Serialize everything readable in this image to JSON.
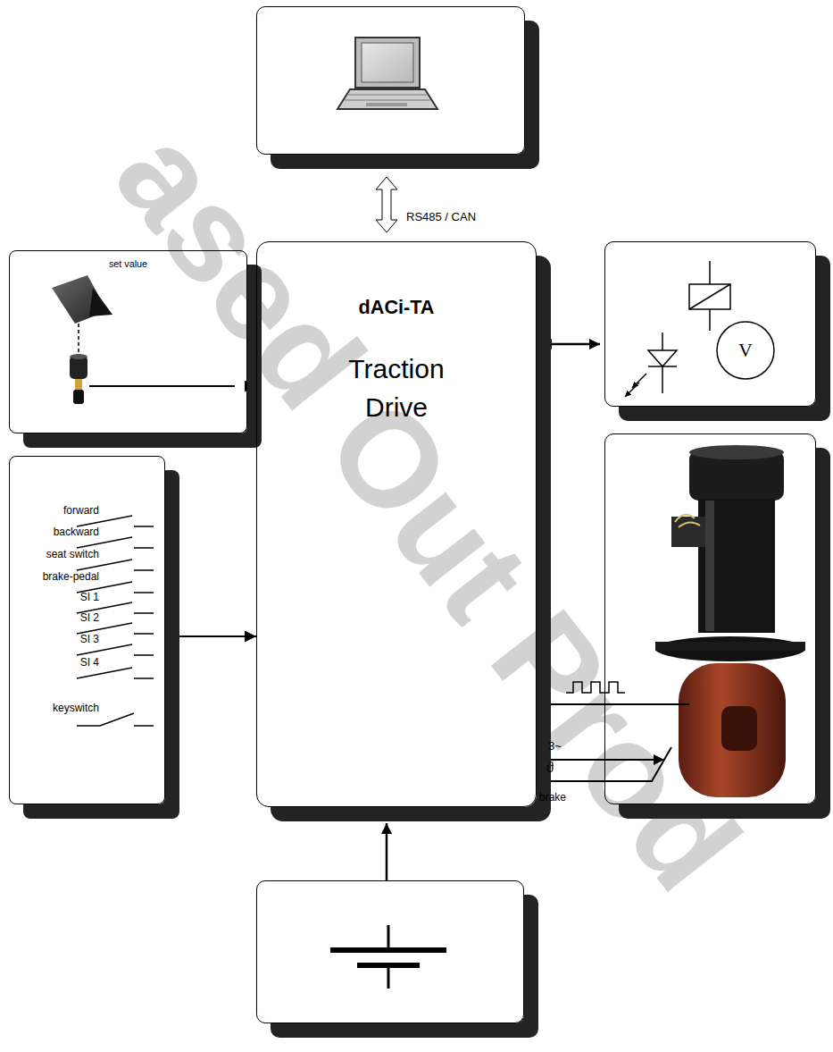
{
  "diagram": {
    "nodes": [
      {
        "text": [
          "set value"
        ]
      },
      {
        "text": [
          "forward",
          "backward",
          "seat switch",
          "brake-pedal",
          "SI 1",
          "SI 2",
          "SI 3",
          "SI 4",
          "keyswitch"
        ]
      },
      {
        "text": [
          "dACi-TA",
          "Traction Drive"
        ]
      }
    ],
    "edges": [
      {
        "from": 0,
        "to": 2,
        "arrow": "to"
      },
      {
        "from": 1,
        "to": 2,
        "arrow": "to"
      }
    ],
    "labels": [
      "RS485 / CAN",
      "V",
      "3~",
      "ϑ",
      "brake",
      "ased Out Prod"
    ]
  }
}
